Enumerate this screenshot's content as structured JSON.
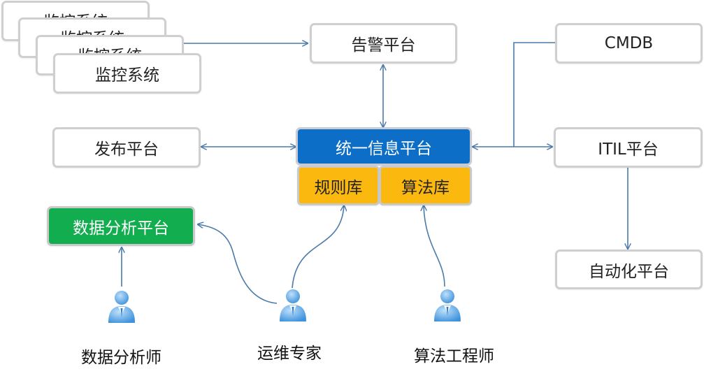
{
  "nodes": {
    "monitor_1": "监控系统",
    "monitor_2": "监控系统",
    "monitor_3": "监控系统",
    "monitor_4": "监控系统",
    "alert": "告警平台",
    "cmdb": "CMDB",
    "release": "发布平台",
    "unified": "统一信息平台",
    "rules": "规则库",
    "algo": "算法库",
    "itil": "ITIL平台",
    "analysis": "数据分析平台",
    "automation": "自动化平台"
  },
  "people": {
    "analyst": "数据分析师",
    "ops": "运维专家",
    "engineer": "算法工程师"
  },
  "colors": {
    "unified": "#0d6ec7",
    "libraries": "#fbb80f",
    "analysis": "#12ad4f",
    "connector": "#4a7aaa",
    "person": "#5aa7e8"
  }
}
